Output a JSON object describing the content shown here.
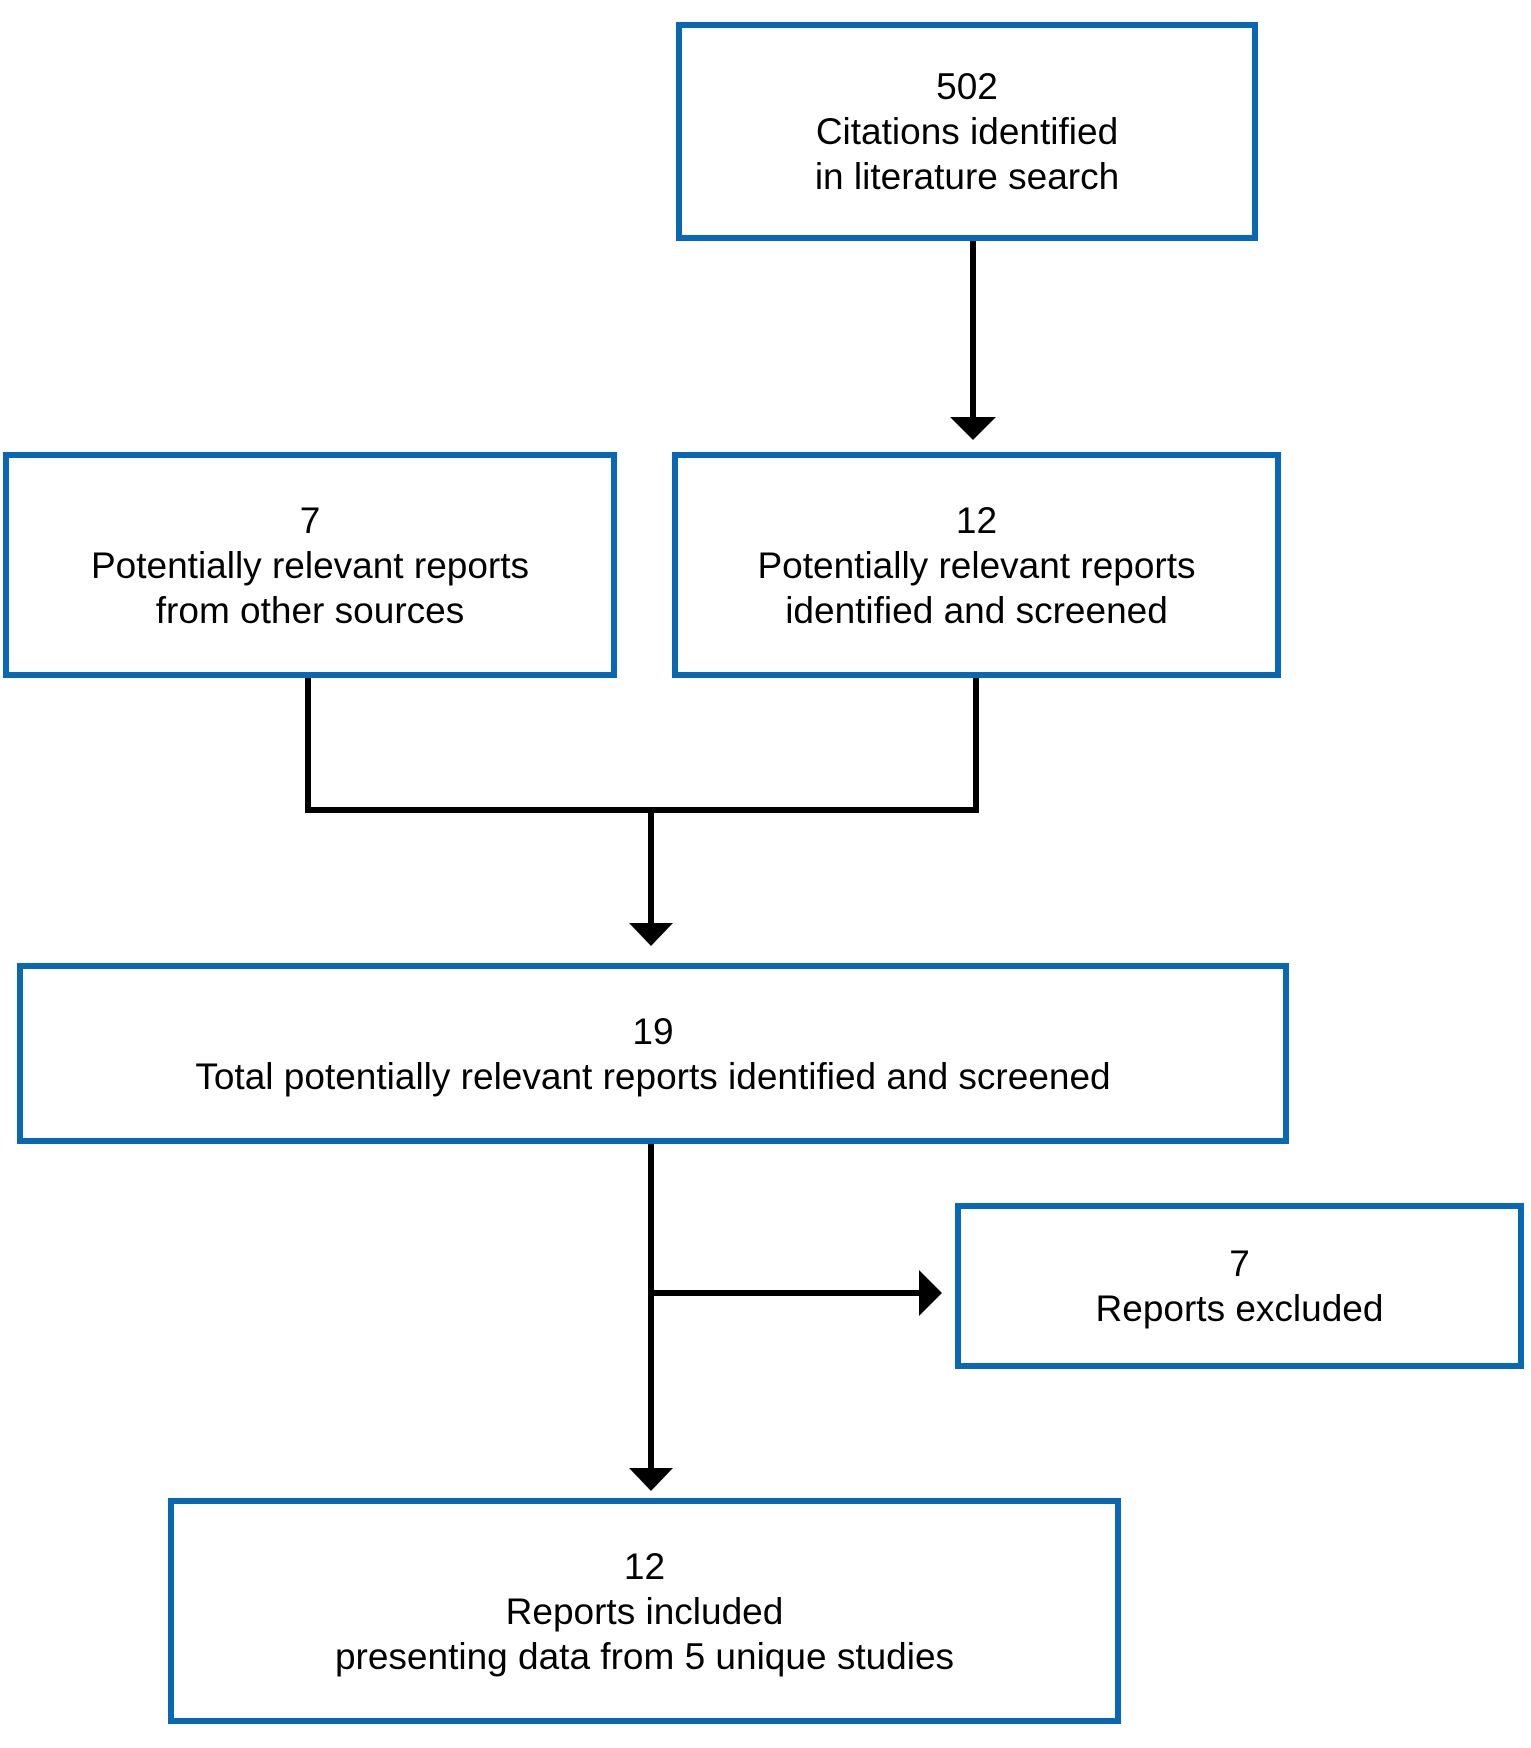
{
  "diagram": {
    "kind": "study-selection-flowchart",
    "colors": {
      "box_border": "#0868b6",
      "connector": "#000000",
      "text": "#000000",
      "background": "#ffffff"
    },
    "boxes": [
      {
        "id": "citations-identified",
        "count": "502",
        "lines": [
          "Citations identified",
          "in literature search"
        ]
      },
      {
        "id": "reports-other-sources",
        "count": "7",
        "lines": [
          "Potentially relevant reports",
          "from other sources"
        ]
      },
      {
        "id": "reports-identified-screened",
        "count": "12",
        "lines": [
          "Potentially relevant reports",
          "identified and screened"
        ]
      },
      {
        "id": "total-reports-screened",
        "count": "19",
        "lines": [
          "Total potentially relevant reports identified and screened"
        ]
      },
      {
        "id": "reports-excluded",
        "count": "7",
        "lines": [
          "Reports excluded"
        ]
      },
      {
        "id": "reports-included",
        "count": "12",
        "lines": [
          "Reports included",
          "presenting data from 5 unique studies"
        ]
      }
    ],
    "edges": [
      {
        "from": "citations-identified",
        "to": "reports-identified-screened",
        "style": "arrow-down"
      },
      {
        "from": "reports-other-sources",
        "to": "total-reports-screened",
        "style": "merge-arrow-down"
      },
      {
        "from": "reports-identified-screened",
        "to": "total-reports-screened",
        "style": "merge-arrow-down"
      },
      {
        "from": "total-reports-screened",
        "to": "reports-excluded",
        "style": "branch-arrow-right"
      },
      {
        "from": "total-reports-screened",
        "to": "reports-included",
        "style": "arrow-down"
      }
    ]
  }
}
